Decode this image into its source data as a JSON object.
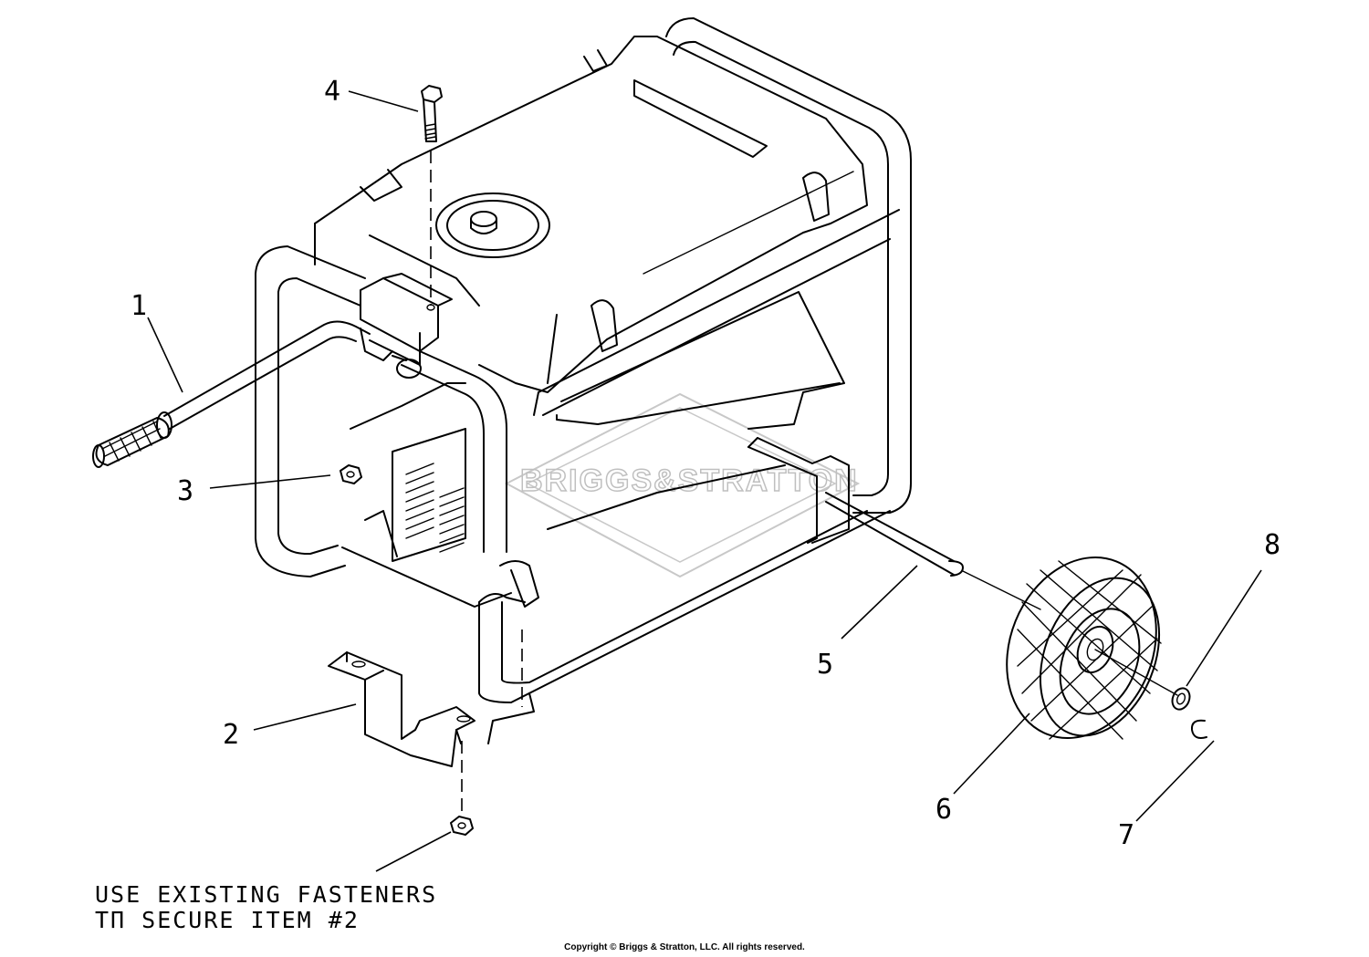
{
  "callouts": {
    "c1": "1",
    "c2": "2",
    "c3": "3",
    "c4": "4",
    "c5": "5",
    "c6": "6",
    "c7": "7",
    "c8": "8"
  },
  "watermark": "BRIGGS&STRATTON",
  "note": {
    "line1": "USE EXISTING FASTENERS",
    "line2": "TΠ SECURE ITEM #2"
  },
  "copyright": "Copyright © Briggs & Stratton, LLC. All rights reserved."
}
